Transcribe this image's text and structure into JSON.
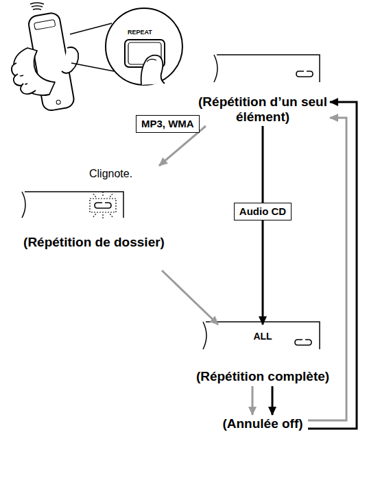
{
  "diagram": {
    "nodes": [
      {
        "text": [
          "(Répétition d’un seul élément)"
        ]
      },
      {
        "text": [
          "Clignote.",
          "(Répétition de dossier)"
        ]
      },
      {
        "text": [
          "ALL",
          "(Répétition complète)"
        ]
      },
      {
        "text": [
          "(Annulée off)"
        ]
      }
    ],
    "edges": [
      {
        "from": 0,
        "to": 1,
        "label": "MP3, WMA",
        "arrow": "to"
      },
      {
        "from": 1,
        "to": 2,
        "arrow": "to"
      },
      {
        "from": 0,
        "to": 2,
        "label": "Audio CD",
        "arrow": "to"
      },
      {
        "from": 2,
        "to": 3,
        "arrow": "to"
      },
      {
        "from": 2,
        "to": 3,
        "arrow": "to"
      },
      {
        "from": 3,
        "to": 0,
        "arrow": "to"
      },
      {
        "from": 3,
        "to": 0,
        "arrow": "to"
      }
    ],
    "labels": [
      "REPEAT"
    ]
  }
}
